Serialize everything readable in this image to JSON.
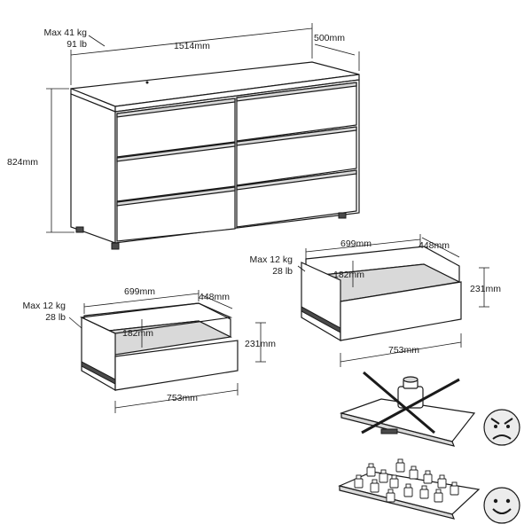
{
  "dresser": {
    "max_load_kg": "Max 41 kg",
    "max_load_lb": "91 lb",
    "width": "1514mm",
    "depth": "500mm",
    "height": "824mm"
  },
  "drawer_left": {
    "max_load_kg": "Max 12 kg",
    "max_load_lb": "28 lb",
    "inner_width": "699mm",
    "inner_depth": "448mm",
    "inner_height": "182mm",
    "outer_height": "231mm",
    "outer_width": "753mm"
  },
  "drawer_right": {
    "max_load_kg": "Max 12 kg",
    "max_load_lb": "28 lb",
    "inner_width": "699mm",
    "inner_depth": "448mm",
    "inner_height": "182mm",
    "outer_height": "231mm",
    "outer_width": "753mm"
  },
  "load_guide": {
    "wrong_icon": "angry-face-icon",
    "right_icon": "smiling-face-icon"
  }
}
